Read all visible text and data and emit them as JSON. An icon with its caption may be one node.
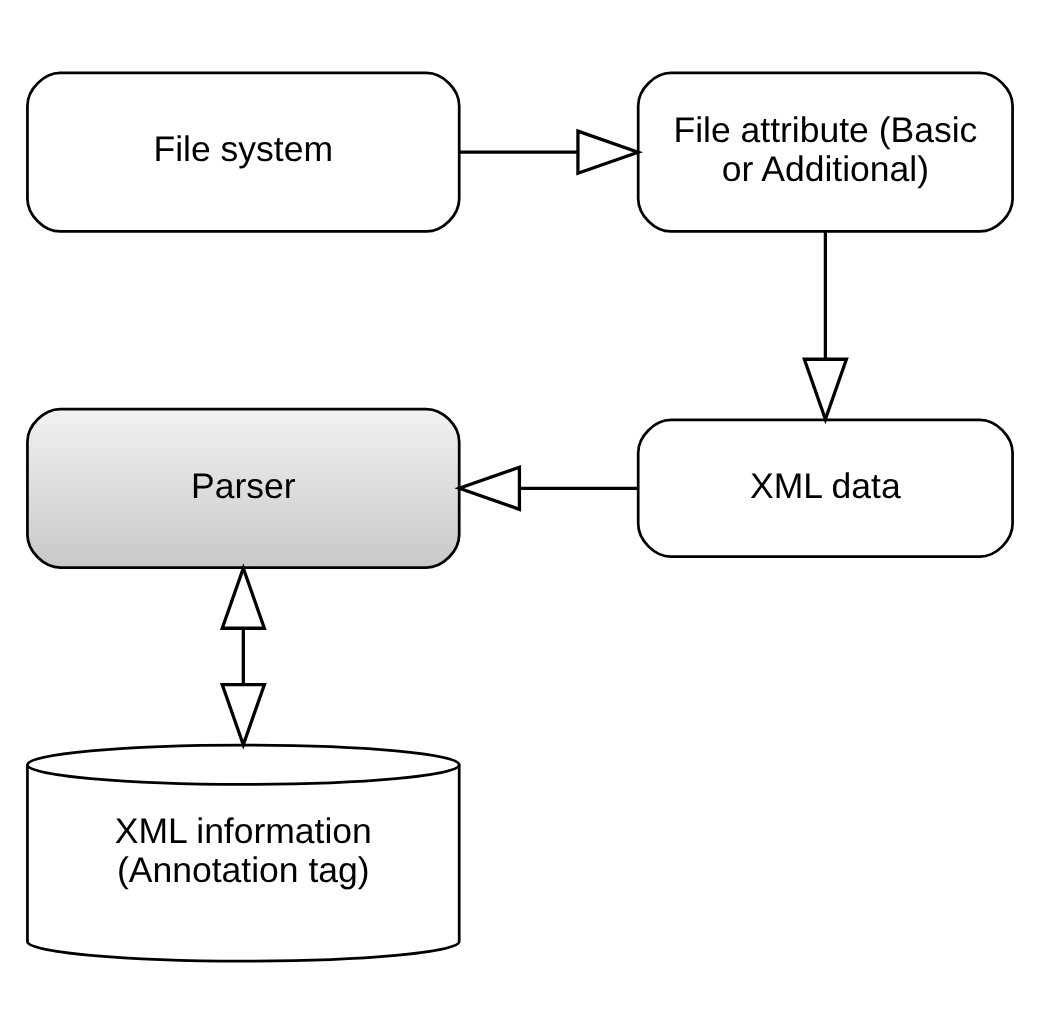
{
  "diagram": {
    "nodes": [
      {
        "text": [
          "File system"
        ]
      },
      {
        "text": [
          "File attribute (Basic or Additional)"
        ]
      },
      {
        "text": [
          "XML data"
        ]
      },
      {
        "text": [
          "Parser"
        ]
      },
      {
        "text": [
          "XML information (Annotation tag)"
        ]
      }
    ],
    "edges": [
      {
        "from": 0,
        "to": 1,
        "arrow": "to"
      },
      {
        "from": 1,
        "to": 2,
        "arrow": "to"
      },
      {
        "from": 2,
        "to": 3,
        "arrow": "to"
      },
      {
        "from": 3,
        "to": 4,
        "arrow": "both"
      }
    ]
  }
}
